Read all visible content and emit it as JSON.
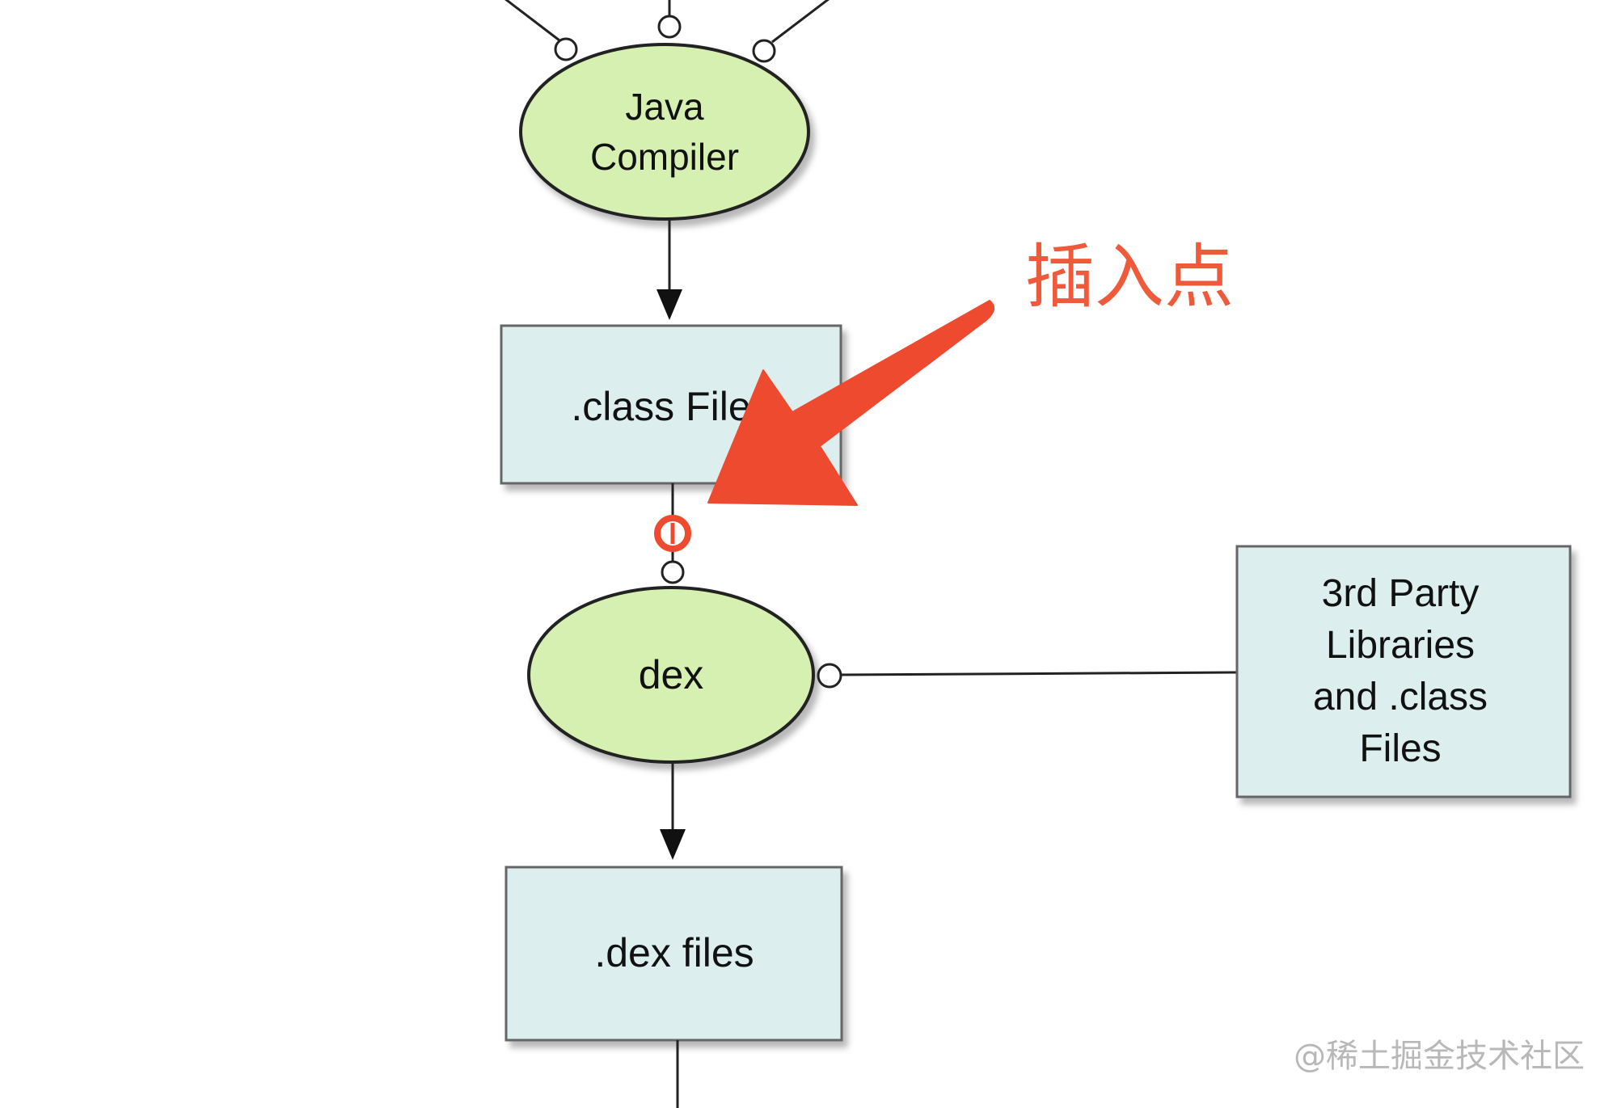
{
  "diagram": {
    "nodes": {
      "java_compiler": {
        "line1": "Java",
        "line2": "Compiler"
      },
      "class_files": {
        "label": ".class Files"
      },
      "dex": {
        "label": "dex"
      },
      "dex_files": {
        "label": ".dex files"
      },
      "third_party": {
        "line1": "3rd Party",
        "line2": "Libraries",
        "line3": "and .class",
        "line4": "Files"
      }
    },
    "annotation": {
      "text": "插入点",
      "color": "#ee5a3a"
    },
    "colors": {
      "ellipse_fill": "#d6f0b2",
      "box_fill": "#ddeeee",
      "line": "#222222",
      "accent": "#ee5a3a"
    }
  },
  "watermark": {
    "text": "@稀土掘金技术社区"
  }
}
